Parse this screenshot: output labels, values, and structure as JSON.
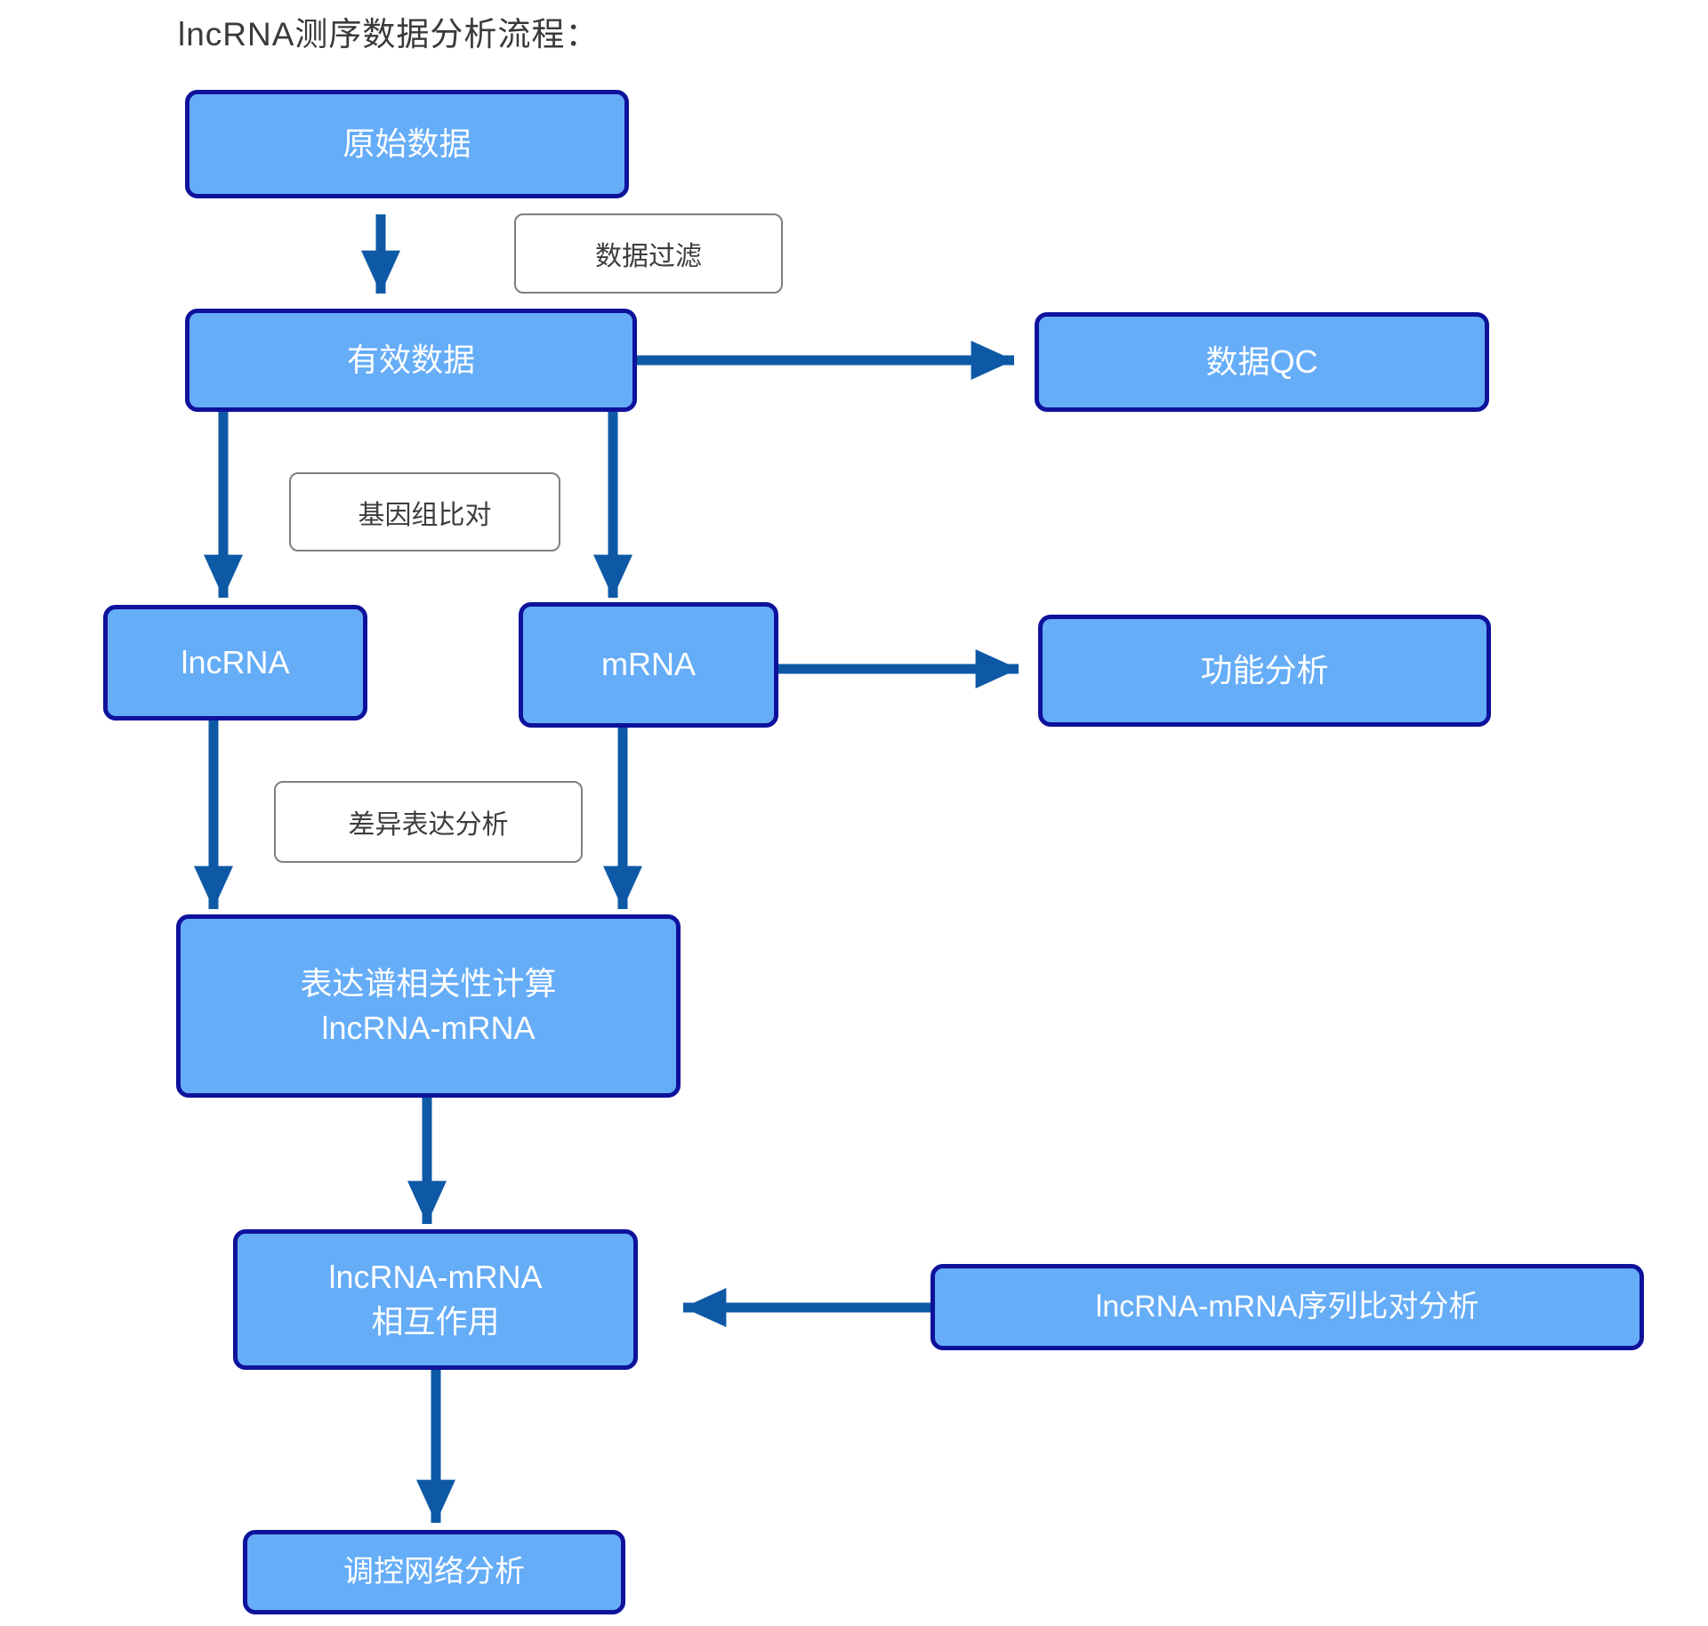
{
  "page": {
    "title": "lncRNA测序数据分析流程："
  },
  "colors": {
    "background": "#ffffff",
    "title_text": "#3a3a3a",
    "node_fill": "#66adf8",
    "node_border": "#0e129b",
    "node_text": "#ffffff",
    "arrow": "#0e59a6",
    "label_border": "#7f7f7f",
    "label_text": "#3d3d3d"
  },
  "flowchart": {
    "nodes": {
      "raw_data": {
        "label": "原始数据"
      },
      "valid_data": {
        "label": "有效数据"
      },
      "data_qc": {
        "label": "数据QC"
      },
      "lncrna": {
        "label": "lncRNA"
      },
      "mrna": {
        "label": "mRNA"
      },
      "functional_analysis": {
        "label": "功能分析"
      },
      "expression_correlation": {
        "label": "表达谱相关性计算\nlncRNA-mRNA"
      },
      "interaction": {
        "label": "lncRNA-mRNA\n相互作用"
      },
      "sequence_alignment": {
        "label": "lncRNA-mRNA序列比对分析"
      },
      "regulatory_network": {
        "label": "调控网络分析"
      }
    },
    "process_labels": {
      "data_filter": {
        "label": "数据过滤"
      },
      "genome_alignment": {
        "label": "基因组比对"
      },
      "differential_expression": {
        "label": "差异表达分析"
      }
    },
    "edges": [
      {
        "from": "raw_data",
        "to": "valid_data",
        "via": "数据过滤"
      },
      {
        "from": "valid_data",
        "to": "data_qc",
        "via": ""
      },
      {
        "from": "valid_data",
        "to": "lncrna",
        "via": "基因组比对"
      },
      {
        "from": "valid_data",
        "to": "mrna",
        "via": "基因组比对"
      },
      {
        "from": "mrna",
        "to": "functional_analysis",
        "via": ""
      },
      {
        "from": "lncrna",
        "to": "expression_correlation",
        "via": "差异表达分析"
      },
      {
        "from": "mrna",
        "to": "expression_correlation",
        "via": "差异表达分析"
      },
      {
        "from": "expression_correlation",
        "to": "interaction",
        "via": ""
      },
      {
        "from": "sequence_alignment",
        "to": "interaction",
        "via": ""
      },
      {
        "from": "interaction",
        "to": "regulatory_network",
        "via": ""
      }
    ]
  }
}
